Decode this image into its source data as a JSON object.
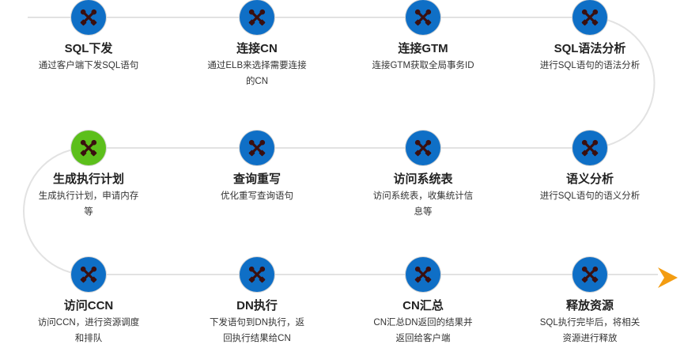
{
  "colors": {
    "icon_default": "#0f6fc6",
    "icon_active": "#5cbf1b",
    "path_line": "#e2e2e2",
    "end_arrow": "#f39c11",
    "tool_glyph": "#3a0f0f"
  },
  "icons": {
    "step_icon": "tools-icon"
  },
  "steps": [
    {
      "title": "SQL下发",
      "desc": "通过客户端下发SQL语句",
      "state": "default"
    },
    {
      "title": "连接CN",
      "desc": "通过ELB来选择需要连接的CN",
      "state": "default"
    },
    {
      "title": "连接GTM",
      "desc": "连接GTM获取全局事务ID",
      "state": "default"
    },
    {
      "title": "SQL语法分析",
      "desc": "进行SQL语句的语法分析",
      "state": "default"
    },
    {
      "title": "语义分析",
      "desc": "进行SQL语句的语义分析",
      "state": "default"
    },
    {
      "title": "访问系统表",
      "desc": "访问系统表，收集统计信息等",
      "state": "default"
    },
    {
      "title": "查询重写",
      "desc": "优化重写查询语句",
      "state": "default"
    },
    {
      "title": "生成执行计划",
      "desc": "生成执行计划，申请内存等",
      "state": "active"
    },
    {
      "title": "访问CCN",
      "desc": "访问CCN，进行资源调度和排队",
      "state": "default"
    },
    {
      "title": "DN执行",
      "desc": "下发语句到DN执行，返回执行结果给CN",
      "state": "default"
    },
    {
      "title": "CN汇总",
      "desc": "CN汇总DN返回的结果并返回给客户端",
      "state": "default"
    },
    {
      "title": "释放资源",
      "desc": "SQL执行完毕后，将相关资源进行释放",
      "state": "default"
    }
  ]
}
